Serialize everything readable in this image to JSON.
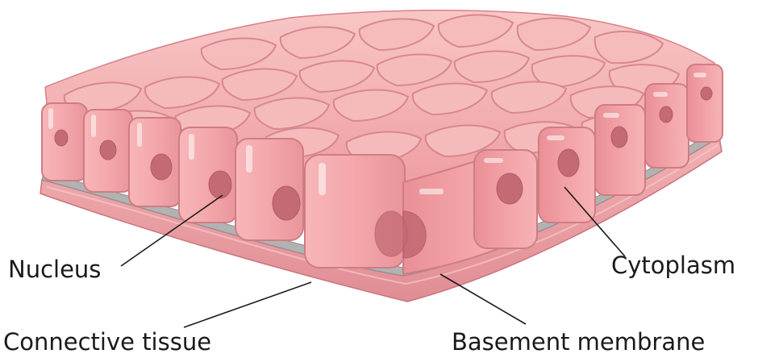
{
  "diagram": {
    "labels": {
      "nucleus": "Nucleus",
      "cytoplasm": "Cytoplasm",
      "connective_tissue": "Connective tissue",
      "basement_membrane": "Basement membrane"
    },
    "colors": {
      "cell_fill": "#f2a3a6",
      "cell_top": "#f6b8b8",
      "cell_edge": "#d97c83",
      "cell_side": "#ef9ca0",
      "nucleus": "#c46a74",
      "membrane": "#a8a8a8",
      "connective": "#e8a0a4",
      "connective_edge": "#c9747c"
    }
  }
}
